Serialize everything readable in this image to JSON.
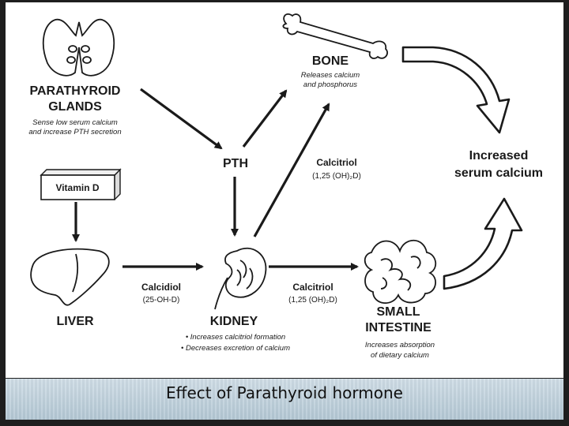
{
  "caption": "Effect of Parathyroid hormone",
  "nodes": {
    "parathyroid": {
      "title_line1": "PARATHYROID",
      "title_line2": "GLANDS",
      "desc_line1": "Sense low serum calcium",
      "desc_line2": "and increase PTH secretion"
    },
    "vitamin_d": {
      "label": "Vitamin D"
    },
    "pth": {
      "label": "PTH"
    },
    "bone": {
      "title": "BONE",
      "desc_line1": "Releases calcium",
      "desc_line2": "and phosphorus"
    },
    "liver": {
      "title": "LIVER"
    },
    "kidney": {
      "title": "KIDNEY",
      "desc_line1": "• Increases calcitriol formation",
      "desc_line2": "• Decreases excretion of calcium"
    },
    "intestine": {
      "title_line1": "SMALL",
      "title_line2": "INTESTINE",
      "desc_line1": "Increases absorption",
      "desc_line2": "of dietary calcium"
    },
    "outcome": {
      "line1": "Increased",
      "line2": "serum calcium"
    }
  },
  "edges": {
    "calcitriol_to_bone": {
      "label": "Calcitriol",
      "sub": "(1,25 (OH)₂D)"
    },
    "liver_to_kidney": {
      "label": "Calcidiol",
      "sub": "(25-OH-D)"
    },
    "kidney_to_intestine": {
      "label": "Calcitriol",
      "sub": "(1,25 (OH)₂D)"
    }
  }
}
